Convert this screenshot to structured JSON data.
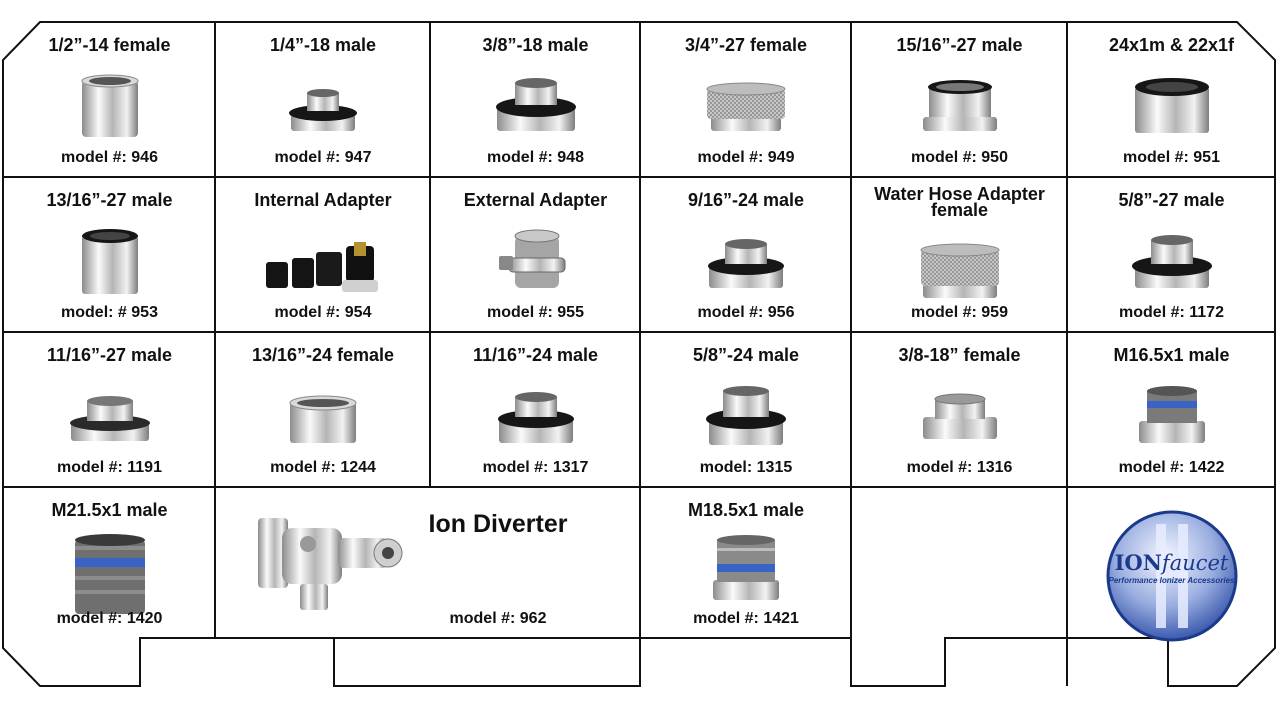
{
  "grid": {
    "row1": [
      {
        "title": "1/2”-14 female",
        "model": "model #: 946",
        "icon": "fitting-female-icon"
      },
      {
        "title": "1/4”-18 male",
        "model": "model #: 947",
        "icon": "fitting-male-icon"
      },
      {
        "title": "3/8”-18 male",
        "model": "model #: 948",
        "icon": "fitting-male-icon"
      },
      {
        "title": "3/4”-27 female",
        "model": "model #: 949",
        "icon": "fitting-knurled-icon"
      },
      {
        "title": "15/16”-27 male",
        "model": "model #: 950",
        "icon": "fitting-male-icon"
      },
      {
        "title": "24x1m & 22x1f",
        "model": "model #: 951",
        "icon": "fitting-male-icon"
      }
    ],
    "row2": [
      {
        "title": "13/16”-27 male",
        "model": "model: # 953",
        "icon": "fitting-male-icon"
      },
      {
        "title": "Internal Adapter",
        "model": "model #: 954",
        "icon": "adapter-set-icon"
      },
      {
        "title": "External Adapter",
        "model": "model #: 955",
        "icon": "clamp-adapter-icon"
      },
      {
        "title": "9/16”-24 male",
        "model": "model #: 956",
        "icon": "fitting-male-icon"
      },
      {
        "title": "Water Hose Adapter female",
        "model": "model #: 959",
        "icon": "fitting-knurled-icon"
      },
      {
        "title": "5/8”-27 male",
        "model": "model #: 1172",
        "icon": "fitting-male-icon"
      }
    ],
    "row3": [
      {
        "title": "11/16”-27 male",
        "model": "model #: 1191",
        "icon": "fitting-male-icon"
      },
      {
        "title": "13/16”-24 female",
        "model": "model #: 1244",
        "icon": "fitting-female-icon"
      },
      {
        "title": "11/16”-24 male",
        "model": "model #: 1317",
        "icon": "fitting-male-icon"
      },
      {
        "title": "5/8”-24 male",
        "model": "model: 1315",
        "icon": "fitting-male-icon"
      },
      {
        "title": "3/8-18” female",
        "model": "model #: 1316",
        "icon": "fitting-female-icon"
      },
      {
        "title": "M16.5x1 male",
        "model": "model #: 1422",
        "icon": "fitting-ring-icon"
      }
    ],
    "row4": [
      {
        "title": "M21.5x1 male",
        "model": "model #: 1420",
        "icon": "fitting-ring-icon"
      },
      {
        "title": "Ion Diverter",
        "model": "model #: 962",
        "icon": "diverter-valve-icon"
      },
      {
        "title": "M18.5x1 male",
        "model": "model #: 1421",
        "icon": "fitting-ring-icon"
      }
    ]
  },
  "logo": {
    "brand_a": "ION",
    "brand_b": "faucet",
    "tagline": "Performance Ionizer Accessories",
    "icon": "ionfaucet-logo"
  },
  "colors": {
    "chrome_light": "#f2f2f2",
    "chrome_dark": "#8c8c8c",
    "washer": "#161616",
    "ring_blue": "#3a63c6",
    "ring_grey": "#6f6f6f",
    "logo_blue": "#1b3a8c"
  }
}
